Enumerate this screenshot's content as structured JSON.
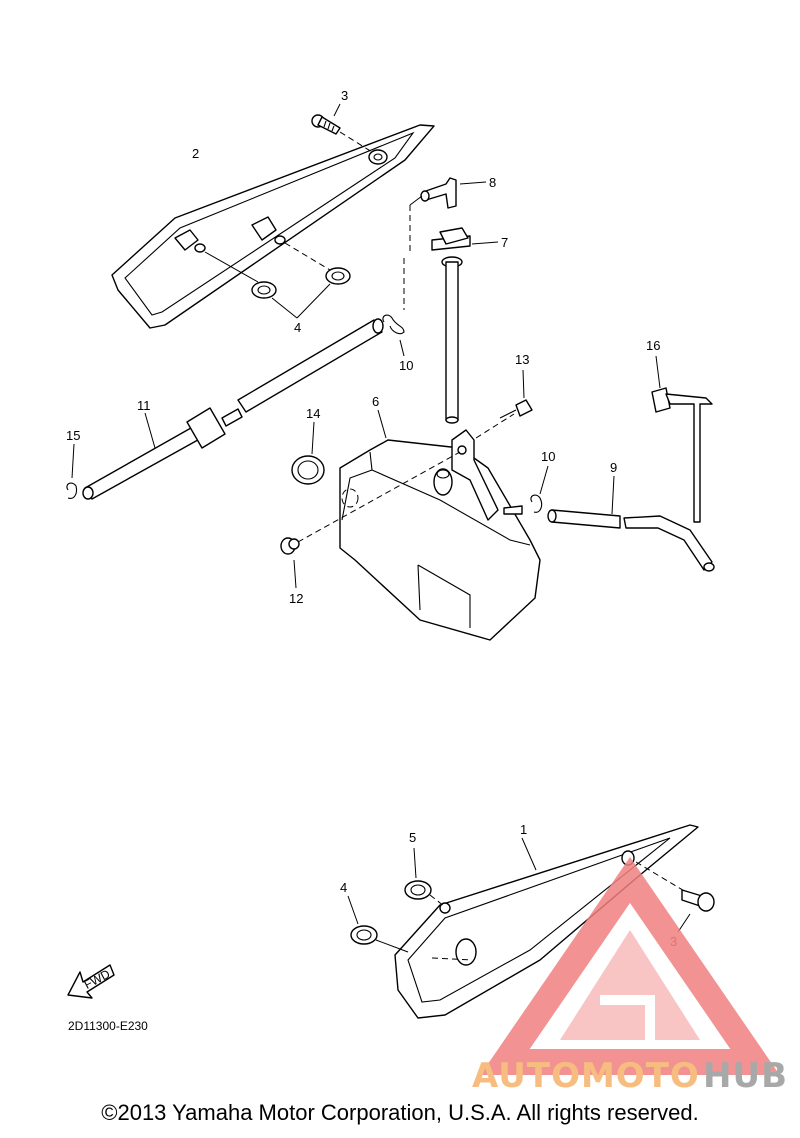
{
  "callouts": {
    "c1": "1",
    "c2": "2",
    "c3a": "3",
    "c3b": "3",
    "c4a": "4",
    "c4b": "4",
    "c5": "5",
    "c6": "6",
    "c7": "7",
    "c8": "8",
    "c9": "9",
    "c10a": "10",
    "c10b": "10",
    "c11": "11",
    "c12": "12",
    "c13": "13",
    "c14": "14",
    "c15": "15",
    "c16": "16"
  },
  "fwd_label": "FWD",
  "diagram_code": "2D11300-E230",
  "watermark": {
    "text_part1": "AUTOMOTO",
    "text_part2": "HUB",
    "color_orange": "#f6b26b",
    "color_gray": "#9a9a9a",
    "color_red": "#f08080"
  },
  "copyright": "©2013 Yamaha Motor Corporation, U.S.A. All rights reserved."
}
